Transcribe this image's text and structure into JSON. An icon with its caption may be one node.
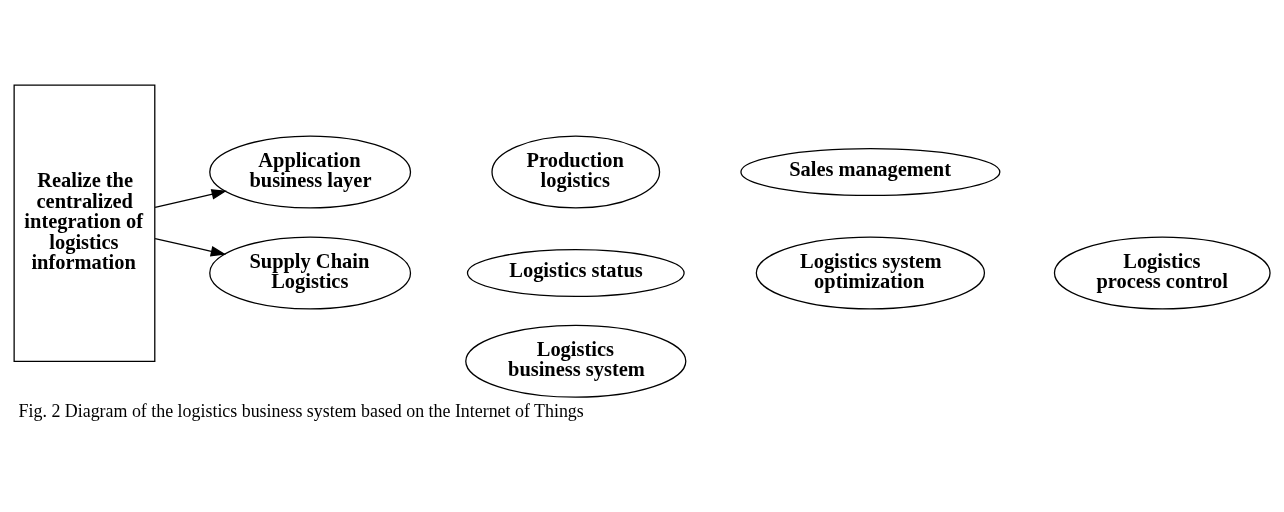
{
  "diagram": {
    "caption": "Fig. 2 Diagram of the logistics business system based on the Internet of Things",
    "nodes": [
      {
        "text": [
          "Logistics business system"
        ]
      },
      {
        "text": [
          "Realize the centralized integration of logistics information"
        ]
      },
      {
        "text": [
          "Application business layer"
        ]
      },
      {
        "text": [
          "Production logistics"
        ]
      },
      {
        "text": [
          "Sales management"
        ]
      },
      {
        "text": [
          "Supply Chain Logistics"
        ]
      },
      {
        "text": [
          "Logistics status"
        ]
      },
      {
        "text": [
          "Logistics system optimization"
        ]
      },
      {
        "text": [
          "Logistics process control"
        ]
      }
    ],
    "edges": [
      {
        "from": 1,
        "to": 2,
        "arrow": "to"
      },
      {
        "from": 1,
        "to": 5,
        "arrow": "to"
      }
    ]
  }
}
